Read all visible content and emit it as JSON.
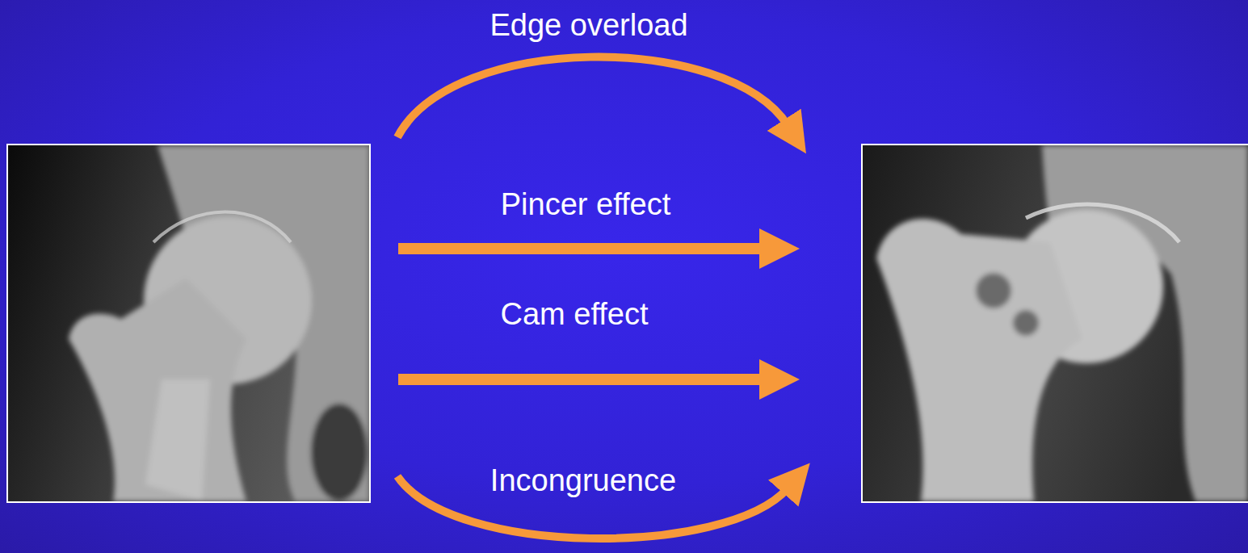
{
  "diagram": {
    "labels": [
      "Edge overload",
      "Pincer effect",
      "Cam effect",
      "Incongruence"
    ]
  }
}
